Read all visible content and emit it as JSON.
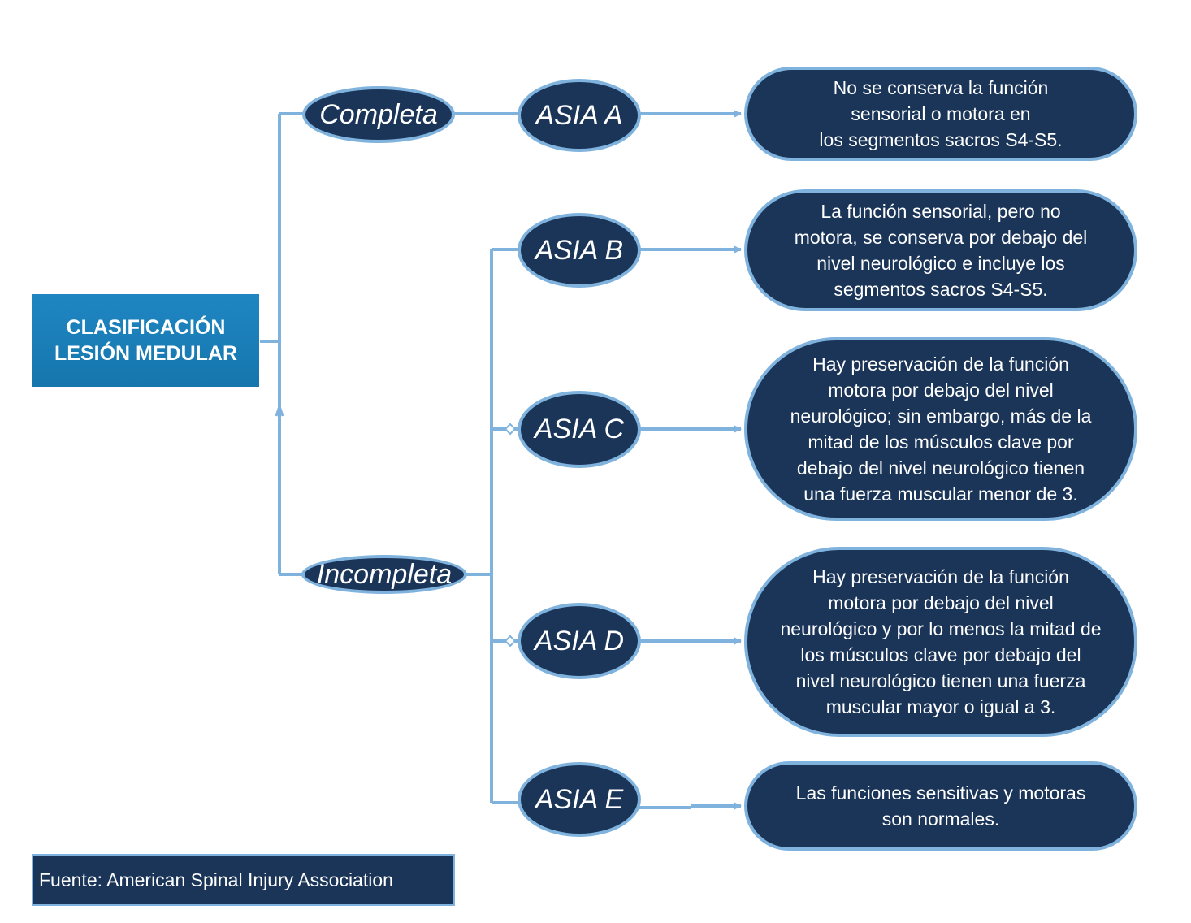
{
  "root": {
    "lines": [
      "CLASIFICACIÓN",
      "LESIÓN MEDULAR"
    ]
  },
  "categories": {
    "completa": "Completa",
    "incompleta": "Incompleta"
  },
  "grades": [
    {
      "label": "ASIA A",
      "description": [
        "No se conserva la función",
        "sensorial o motora en",
        "los segmentos sacros S4-S5."
      ]
    },
    {
      "label": "ASIA B",
      "description": [
        "La función sensorial, pero no",
        "motora, se conserva por debajo del",
        "nivel neurológico e incluye los",
        "segmentos sacros S4-S5."
      ]
    },
    {
      "label": "ASIA C",
      "description": [
        "Hay preservación de la función",
        "motora por debajo del nivel",
        "neurológico; sin embargo, más de la",
        "mitad de los músculos clave por",
        "debajo del nivel neurológico tienen",
        "una fuerza muscular menor de 3."
      ]
    },
    {
      "label": "ASIA D",
      "description": [
        "Hay preservación de la función",
        "motora por debajo del nivel",
        "neurológico y por lo menos la mitad de",
        "los músculos clave por debajo del",
        "nivel neurológico tienen una fuerza",
        "muscular mayor o igual a 3."
      ]
    },
    {
      "label": "ASIA E",
      "description": [
        "Las funciones sensitivas y motoras",
        "son normales."
      ]
    }
  ],
  "source": "Fuente: American Spinal Injury Association",
  "colors": {
    "node_fill": "#1b3558",
    "connector": "#7fb3de",
    "root_fill": "#1b7db8"
  }
}
